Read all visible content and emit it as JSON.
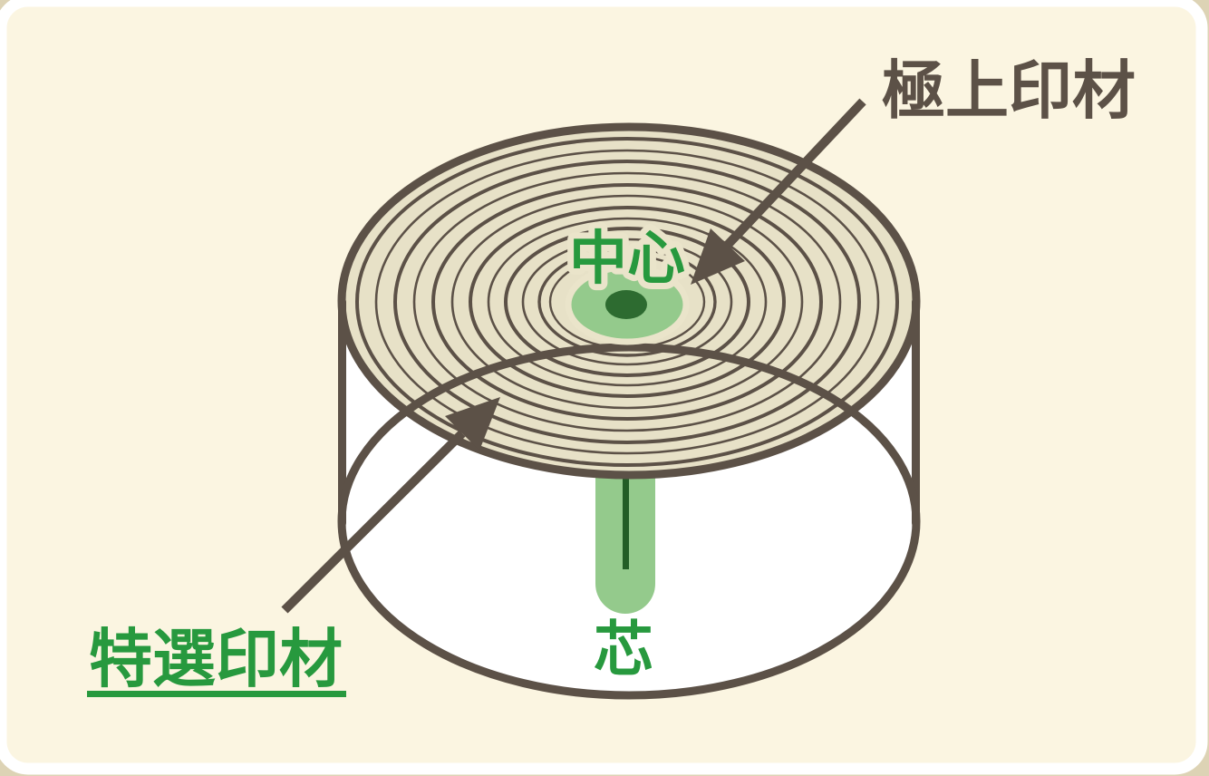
{
  "diagram": {
    "type": "log-cross-section-seal-material",
    "labels": {
      "premium_material": "極上印材",
      "select_material": "特選印材",
      "center": "中心",
      "core": "芯"
    },
    "colors": {
      "page_bg": "#ddd3b5",
      "card_bg": "#fbf5e1",
      "card_border": "#ffffff",
      "outline_brown": "#5c5147",
      "wood_beige": "#e7e1c7",
      "cylinder_white": "#ffffff",
      "light_green": "#94ca8c",
      "dark_green": "#2d6b30",
      "core_line_green": "#235e26",
      "text_green": "#27993e",
      "halo_cream": "#eae4ca"
    }
  }
}
